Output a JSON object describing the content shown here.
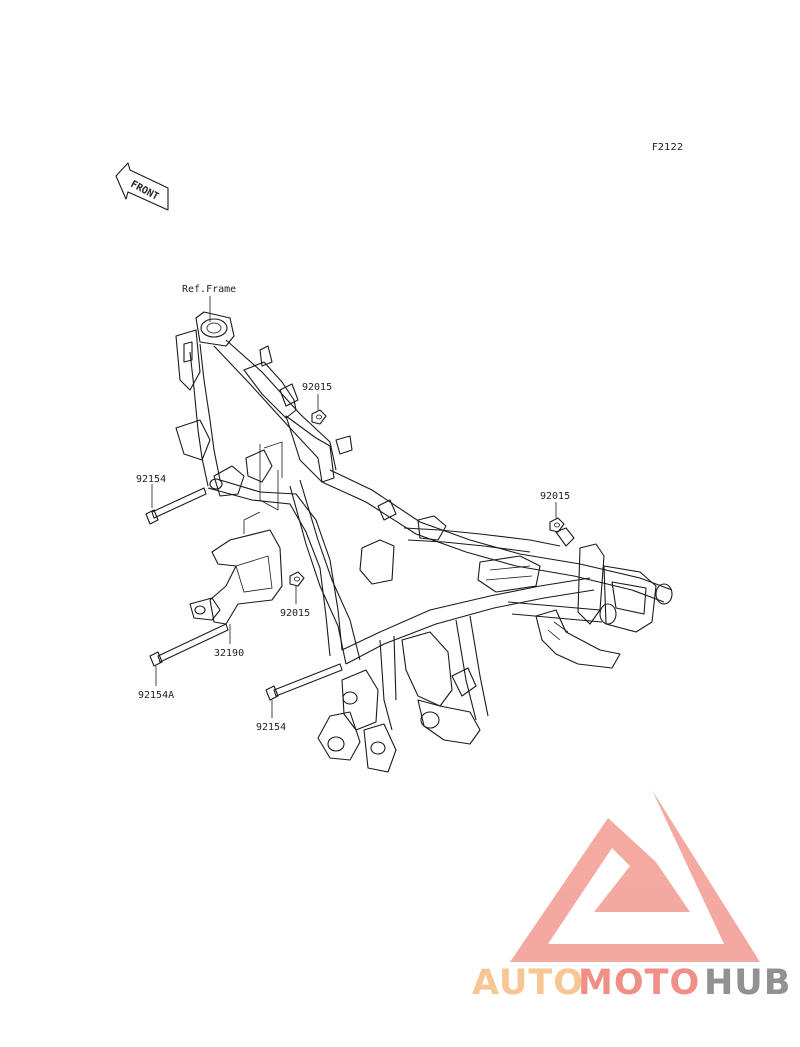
{
  "figure_id": "F2122",
  "front_label": "FRONT",
  "frame_ref": "Ref.Frame",
  "parts": [
    {
      "id": "p-92015-top",
      "number": "92015"
    },
    {
      "id": "p-92154-left",
      "number": "92154"
    },
    {
      "id": "p-92015-right",
      "number": "92015"
    },
    {
      "id": "p-92015-mid",
      "number": "92015"
    },
    {
      "id": "p-32190",
      "number": "32190"
    },
    {
      "id": "p-92154A",
      "number": "92154A"
    },
    {
      "id": "p-92154-bottom",
      "number": "92154"
    }
  ],
  "watermark": {
    "text_1": "AUTO",
    "text_2": "MOTO",
    "text_3": "HUB",
    "colors": {
      "triangle": "#f3a59c",
      "auto": "#f6c48f",
      "moto": "#f08a80",
      "hub": "#8c8c8c"
    }
  }
}
